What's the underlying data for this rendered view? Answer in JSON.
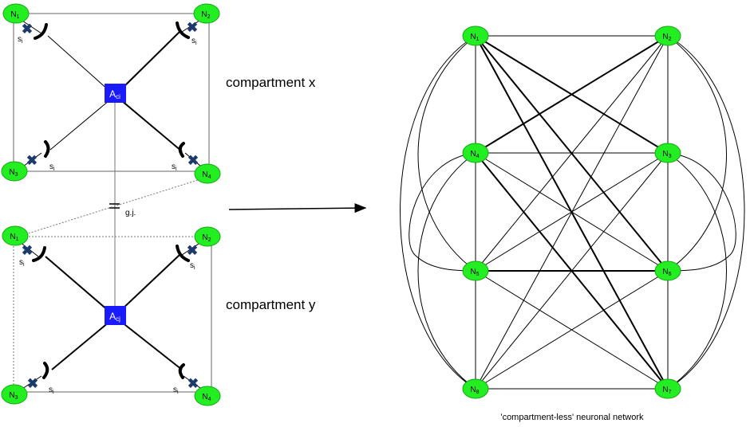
{
  "colors": {
    "neuron_fill": "#22ee22",
    "neuron_stroke": "#11aa11",
    "astrocyte_fill": "#1a1aff",
    "astrocyte_text": "#ffffff",
    "line": "#000000",
    "frame": "#666666",
    "marker": "#1c3a6e"
  },
  "compartment_x": {
    "label": "compartment x",
    "astrocyte": {
      "main": "A",
      "sub": "ci"
    },
    "neurons": [
      {
        "main": "N",
        "sub": "1"
      },
      {
        "main": "N",
        "sub": "2"
      },
      {
        "main": "N",
        "sub": "3"
      },
      {
        "main": "N",
        "sub": "4"
      }
    ],
    "synapse_label": {
      "main": "s",
      "sub": "i"
    }
  },
  "compartment_y": {
    "label": "compartment y",
    "astrocyte": {
      "main": "A",
      "sub": "cj"
    },
    "neurons": [
      {
        "main": "N",
        "sub": "1"
      },
      {
        "main": "N",
        "sub": "2"
      },
      {
        "main": "N",
        "sub": "3"
      },
      {
        "main": "N",
        "sub": "4"
      }
    ],
    "synapse_label": {
      "main": "s",
      "sub": "i"
    }
  },
  "gap_junction_label": "g.j.",
  "network": {
    "caption": "'compartment-less' neuronal network",
    "neurons": [
      {
        "main": "N",
        "sub": "1"
      },
      {
        "main": "N",
        "sub": "2"
      },
      {
        "main": "N",
        "sub": "4"
      },
      {
        "main": "N",
        "sub": "3"
      },
      {
        "main": "N",
        "sub": "5"
      },
      {
        "main": "N",
        "sub": "6"
      },
      {
        "main": "N",
        "sub": "8"
      },
      {
        "main": "N",
        "sub": "7"
      }
    ]
  },
  "icons": [
    "neuron-node",
    "astrocyte-node",
    "synapse-marker",
    "gap-junction-icon",
    "arrow"
  ]
}
